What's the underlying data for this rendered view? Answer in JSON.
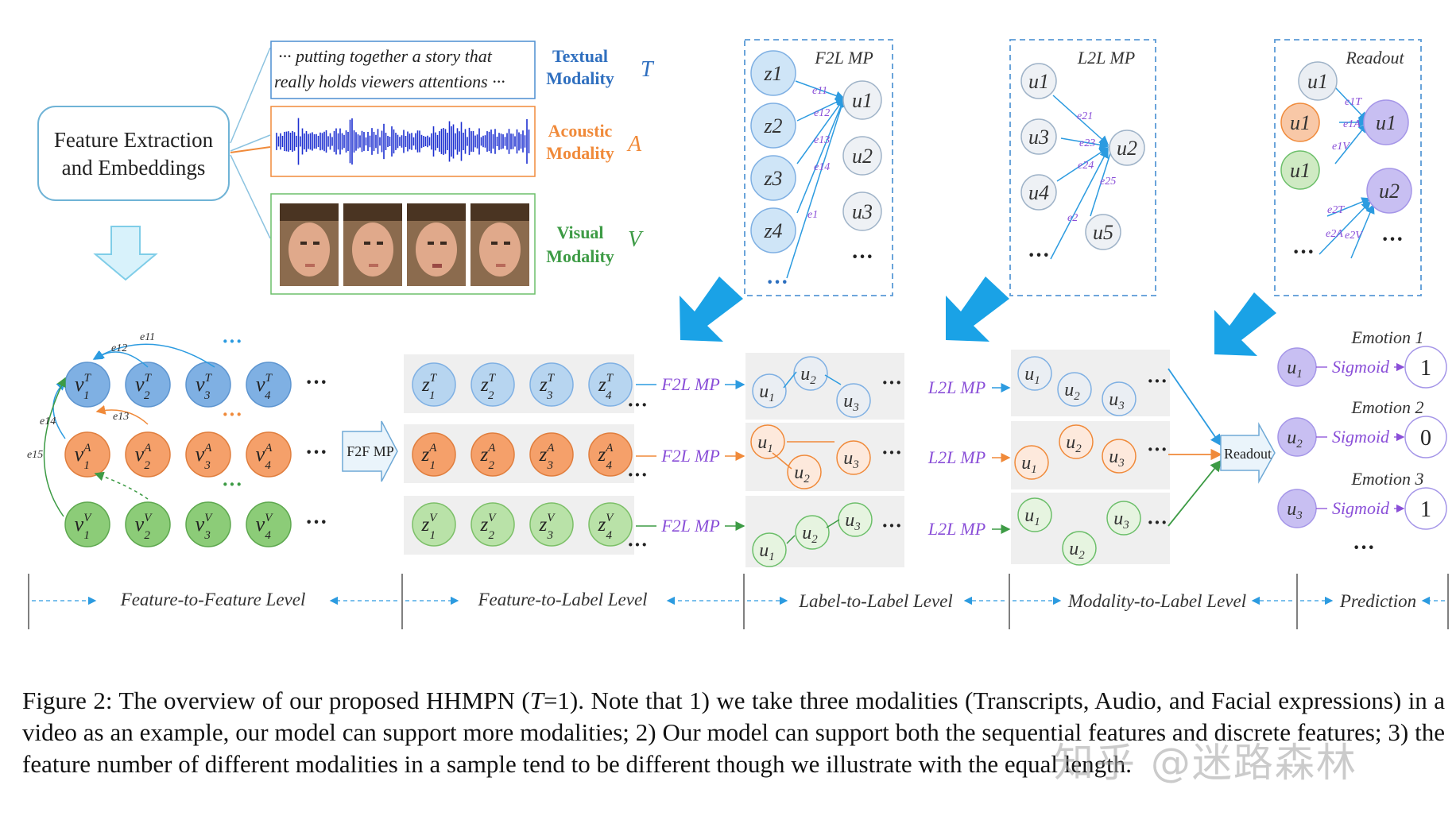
{
  "figure": {
    "feature_box": [
      "Feature Extraction",
      "and Embeddings"
    ],
    "text_snippet": [
      "··· putting together a story that",
      "really holds viewers attentions ···"
    ],
    "modalities": [
      {
        "label": [
          "Textual",
          "Modality"
        ],
        "symbol": "T",
        "color": "#2f6fbf"
      },
      {
        "label": [
          "Acoustic",
          "Modality"
        ],
        "symbol": "A",
        "color": "#f08a3a"
      },
      {
        "label": [
          "Visual",
          "Modality"
        ],
        "symbol": "V",
        "color": "#3d9b45"
      }
    ],
    "panels": {
      "f2l_title": "F2L MP",
      "l2l_title": "L2L MP",
      "readout_title": "Readout",
      "f2l_nodes_left": [
        "z1",
        "z2",
        "z3",
        "z4"
      ],
      "f2l_nodes_right": [
        "u1",
        "u2",
        "u3"
      ],
      "f2l_edges": [
        "e11",
        "e12",
        "e13",
        "e14",
        "e1"
      ],
      "l2l_nodes": [
        "u1",
        "u3",
        "u4",
        "u2",
        "u5"
      ],
      "l2l_edges": [
        "e21",
        "e23",
        "e24",
        "e25",
        "e2"
      ],
      "readout_nodes": [
        "u1",
        "u1",
        "u1",
        "u1",
        "u2"
      ],
      "readout_edges": [
        "e1T",
        "e1A",
        "e1V",
        "e2T",
        "e2A",
        "e2V"
      ],
      "ellipsis": "···"
    },
    "mp_labels": {
      "f2f": "F2F MP",
      "f2l": "F2L MP",
      "l2l": "L2L MP",
      "readout": "Readout"
    },
    "ff_edges": [
      "e11",
      "e12",
      "e13",
      "e14",
      "e15"
    ],
    "emotions": [
      {
        "label": "Emotion 1",
        "node": "u1",
        "fn": "Sigmoid",
        "out": "1"
      },
      {
        "label": "Emotion 2",
        "node": "u2",
        "fn": "Sigmoid",
        "out": "0"
      },
      {
        "label": "Emotion 3",
        "node": "u3",
        "fn": "Sigmoid",
        "out": "1"
      }
    ],
    "levels": [
      "Feature-to-Feature Level",
      "Feature-to-Label Level",
      "Label-to-Label Level",
      "Modality-to-Label Level",
      "Prediction"
    ],
    "colors": {
      "textual": "#7fb0e3",
      "acoustic": "#f5a06a",
      "visual": "#8ccc78",
      "label": "#b6a8ec",
      "purple": "#8a4fd8",
      "arrow": "#1aa2e6"
    }
  },
  "caption": {
    "prefix": "Figure 2: The overview of our proposed HHMPN (",
    "var": "T",
    "rest": "=1). Note that 1) we take three modalities (Transcripts, Audio, and Facial expressions) in a video as an example, our model can support more modalities; 2) Our model can support both the sequential features and discrete features; 3) the feature number of different modalities in a sample tend to be different though we illustrate with the equal length."
  },
  "watermark": "知乎 @迷路森林"
}
